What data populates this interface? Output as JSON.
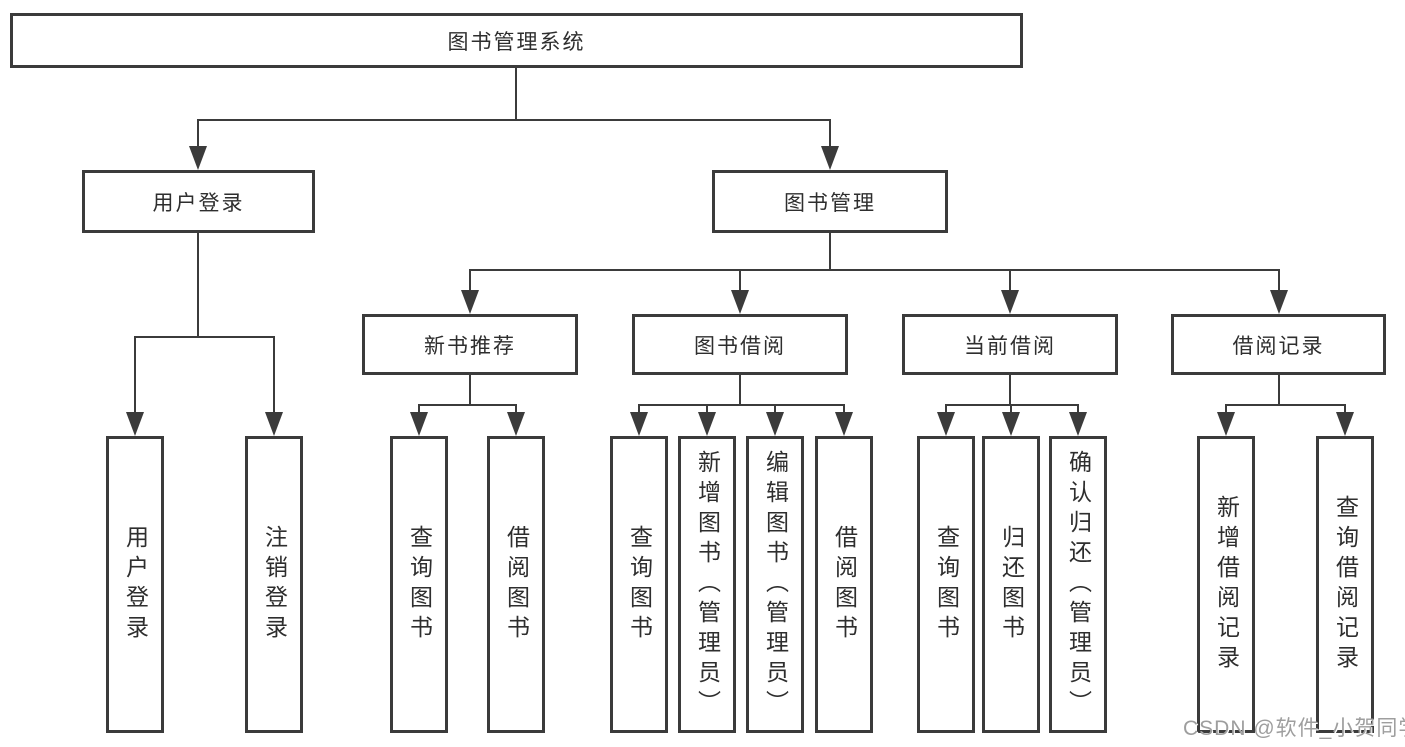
{
  "tree": {
    "root": "图书管理系统",
    "user_login": {
      "label": "用户登录",
      "children": {
        "login": "用户登录",
        "logout": "注销登录"
      }
    },
    "book_management": {
      "label": "图书管理",
      "new_book": {
        "label": "新书推荐",
        "children": {
          "query": "查询图书",
          "borrow": "借阅图书"
        }
      },
      "borrowing": {
        "label": "图书借阅",
        "children": {
          "query": "查询图书",
          "add": "新增图书（管理员）",
          "edit": "编辑图书（管理员）",
          "borrow": "借阅图书"
        }
      },
      "current": {
        "label": "当前借阅",
        "children": {
          "query": "查询图书",
          "return": "归还图书",
          "confirm": "确认归还（管理员）"
        }
      },
      "records": {
        "label": "借阅记录",
        "children": {
          "add": "新增借阅记录",
          "query": "查询借阅记录"
        }
      }
    }
  },
  "watermark": "CSDN @软件_小贺同学",
  "colors": {
    "line": "#3b3b3b",
    "text": "#2e2e2e",
    "watermark": "#9e9e9e",
    "background": "#ffffff"
  }
}
